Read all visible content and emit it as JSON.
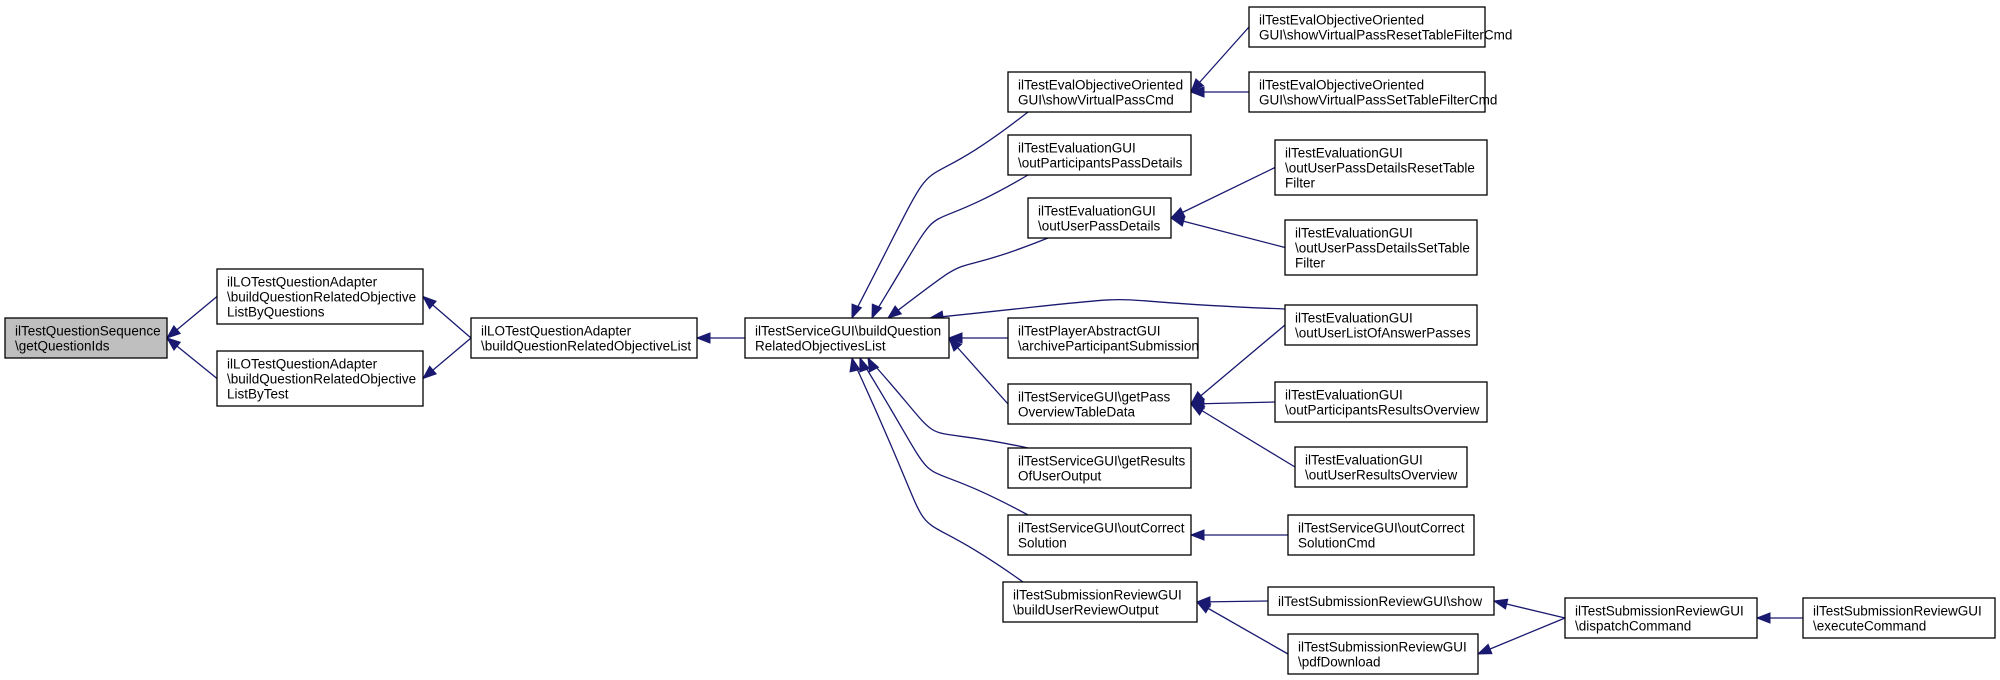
{
  "nodes": [
    {
      "id": "n0",
      "lines": [
        "ilTestQuestionSequence",
        "\\getQuestionIds"
      ],
      "root": true
    },
    {
      "id": "n1",
      "lines": [
        "ilLOTestQuestionAdapter",
        "\\buildQuestionRelatedObjective",
        "ListByQuestions"
      ]
    },
    {
      "id": "n2",
      "lines": [
        "ilLOTestQuestionAdapter",
        "\\buildQuestionRelatedObjective",
        "ListByTest"
      ]
    },
    {
      "id": "n3",
      "lines": [
        "ilLOTestQuestionAdapter",
        "\\buildQuestionRelatedObjectiveList"
      ]
    },
    {
      "id": "n4",
      "lines": [
        "ilTestServiceGUI\\buildQuestion",
        "RelatedObjectivesList"
      ]
    },
    {
      "id": "n5",
      "lines": [
        "ilTestEvalObjectiveOriented",
        "GUI\\showVirtualPassCmd"
      ]
    },
    {
      "id": "n6",
      "lines": [
        "ilTestEvaluationGUI",
        "\\outParticipantsPassDetails"
      ]
    },
    {
      "id": "n7",
      "lines": [
        "ilTestEvaluationGUI",
        "\\outUserPassDetails"
      ]
    },
    {
      "id": "n8",
      "lines": [
        "ilTestPlayerAbstractGUI",
        "\\archiveParticipantSubmission"
      ]
    },
    {
      "id": "n9",
      "lines": [
        "ilTestServiceGUI\\getPass",
        "OverviewTableData"
      ]
    },
    {
      "id": "n10",
      "lines": [
        "ilTestServiceGUI\\getResults",
        "OfUserOutput"
      ]
    },
    {
      "id": "n11",
      "lines": [
        "ilTestServiceGUI\\outCorrect",
        "Solution"
      ]
    },
    {
      "id": "n12",
      "lines": [
        "ilTestSubmissionReviewGUI",
        "\\buildUserReviewOutput"
      ]
    },
    {
      "id": "n13",
      "lines": [
        "ilTestEvalObjectiveOriented",
        "GUI\\showVirtualPassResetTableFilterCmd"
      ]
    },
    {
      "id": "n14",
      "lines": [
        "ilTestEvalObjectiveOriented",
        "GUI\\showVirtualPassSetTableFilterCmd"
      ]
    },
    {
      "id": "n15",
      "lines": [
        "ilTestEvaluationGUI",
        "\\outUserPassDetailsResetTable",
        "Filter"
      ]
    },
    {
      "id": "n16",
      "lines": [
        "ilTestEvaluationGUI",
        "\\outUserPassDetailsSetTable",
        "Filter"
      ]
    },
    {
      "id": "n17",
      "lines": [
        "ilTestEvaluationGUI",
        "\\outUserListOfAnswerPasses"
      ]
    },
    {
      "id": "n18",
      "lines": [
        "ilTestEvaluationGUI",
        "\\outParticipantsResultsOverview"
      ]
    },
    {
      "id": "n19",
      "lines": [
        "ilTestEvaluationGUI",
        "\\outUserResultsOverview"
      ]
    },
    {
      "id": "n20",
      "lines": [
        "ilTestServiceGUI\\outCorrect",
        "SolutionCmd"
      ]
    },
    {
      "id": "n21",
      "lines": [
        "ilTestSubmissionReviewGUI\\show"
      ]
    },
    {
      "id": "n22",
      "lines": [
        "ilTestSubmissionReviewGUI",
        "\\pdfDownload"
      ]
    },
    {
      "id": "n23",
      "lines": [
        "ilTestSubmissionReviewGUI",
        "\\dispatchCommand"
      ]
    },
    {
      "id": "n24",
      "lines": [
        "ilTestSubmissionReviewGUI",
        "\\executeCommand"
      ]
    }
  ],
  "edges": [
    {
      "from": "n1",
      "to": "n0"
    },
    {
      "from": "n2",
      "to": "n0"
    },
    {
      "from": "n3",
      "to": "n1"
    },
    {
      "from": "n3",
      "to": "n2"
    },
    {
      "from": "n4",
      "to": "n3"
    },
    {
      "from": "n5",
      "to": "n4"
    },
    {
      "from": "n6",
      "to": "n4"
    },
    {
      "from": "n7",
      "to": "n4"
    },
    {
      "from": "n17",
      "to": "n4"
    },
    {
      "from": "n8",
      "to": "n4"
    },
    {
      "from": "n9",
      "to": "n4"
    },
    {
      "from": "n10",
      "to": "n4"
    },
    {
      "from": "n11",
      "to": "n4"
    },
    {
      "from": "n12",
      "to": "n4"
    },
    {
      "from": "n13",
      "to": "n5"
    },
    {
      "from": "n14",
      "to": "n5"
    },
    {
      "from": "n15",
      "to": "n7"
    },
    {
      "from": "n16",
      "to": "n7"
    },
    {
      "from": "n17",
      "to": "n9"
    },
    {
      "from": "n18",
      "to": "n9"
    },
    {
      "from": "n19",
      "to": "n9"
    },
    {
      "from": "n20",
      "to": "n11"
    },
    {
      "from": "n21",
      "to": "n12"
    },
    {
      "from": "n22",
      "to": "n12"
    },
    {
      "from": "n23",
      "to": "n21"
    },
    {
      "from": "n23",
      "to": "n22"
    },
    {
      "from": "n24",
      "to": "n23"
    }
  ],
  "colors": {
    "edge": "#191970",
    "root_fill": "#bfbfbf",
    "node_fill": "#ffffff",
    "border": "#000000"
  }
}
